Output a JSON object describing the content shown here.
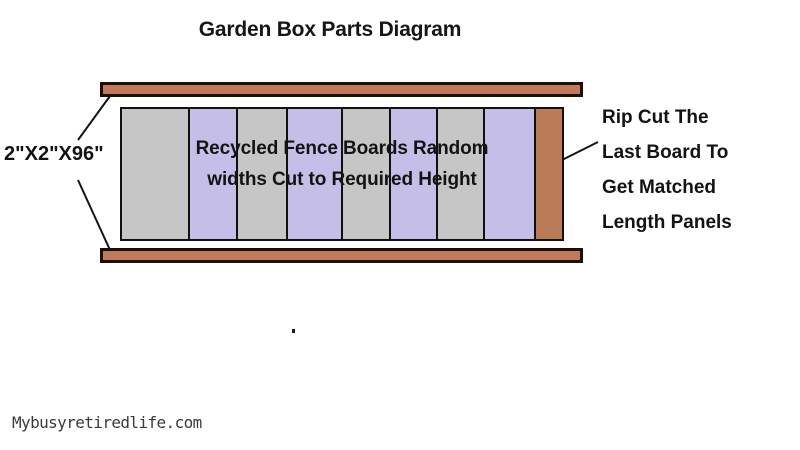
{
  "diagram": {
    "title": "Garden Box Parts Diagram",
    "watermark": "Mybusyretiredlife.com",
    "colors": {
      "board_gray": "#C6C6C6",
      "board_lavender": "#C5BFE8",
      "board_brown": "#BA7C57",
      "rail_brown": "#C1795A",
      "outline": "#10100F",
      "text": "#131313",
      "background": "#FFFFFF"
    },
    "rails": {
      "label": "2\"X2\"X96\"",
      "top_name": "top-2x2-rail",
      "bottom_name": "bottom-2x2-rail",
      "count": 2
    },
    "panel": {
      "caption_lines": [
        "Recycled Fence Boards Random",
        "widths Cut to Required Height"
      ],
      "boards": [
        {
          "index": 1,
          "color": "gray",
          "width_pct": 15.5
        },
        {
          "index": 2,
          "color": "lavender",
          "width_pct": 10.8
        },
        {
          "index": 3,
          "color": "gray",
          "width_pct": 11.5
        },
        {
          "index": 4,
          "color": "lavender",
          "width_pct": 12.4
        },
        {
          "index": 5,
          "color": "gray",
          "width_pct": 11.0
        },
        {
          "index": 6,
          "color": "lavender",
          "width_pct": 10.6
        },
        {
          "index": 7,
          "color": "gray",
          "width_pct": 10.8
        },
        {
          "index": 8,
          "color": "lavender",
          "width_pct": 11.6
        },
        {
          "index": 9,
          "color": "brown",
          "width_pct": 5.8
        }
      ],
      "board_count": 9
    },
    "annotations": {
      "right_lines": [
        "Rip Cut The",
        "Last Board To",
        "Get Matched",
        "Length Panels"
      ]
    }
  }
}
